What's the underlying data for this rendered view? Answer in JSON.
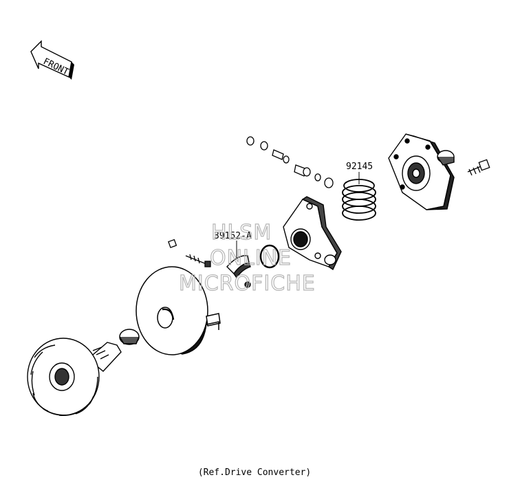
{
  "front_arrow": {
    "label": "FRONT"
  },
  "callouts": [
    {
      "id": "spring",
      "part_number": "92145"
    },
    {
      "id": "weight",
      "part_number": "39152-A"
    }
  ],
  "watermark": {
    "lines": [
      "HLSM",
      "ONLINE",
      "MICROFICHE"
    ]
  },
  "caption": "(Ref.Drive Converter)"
}
